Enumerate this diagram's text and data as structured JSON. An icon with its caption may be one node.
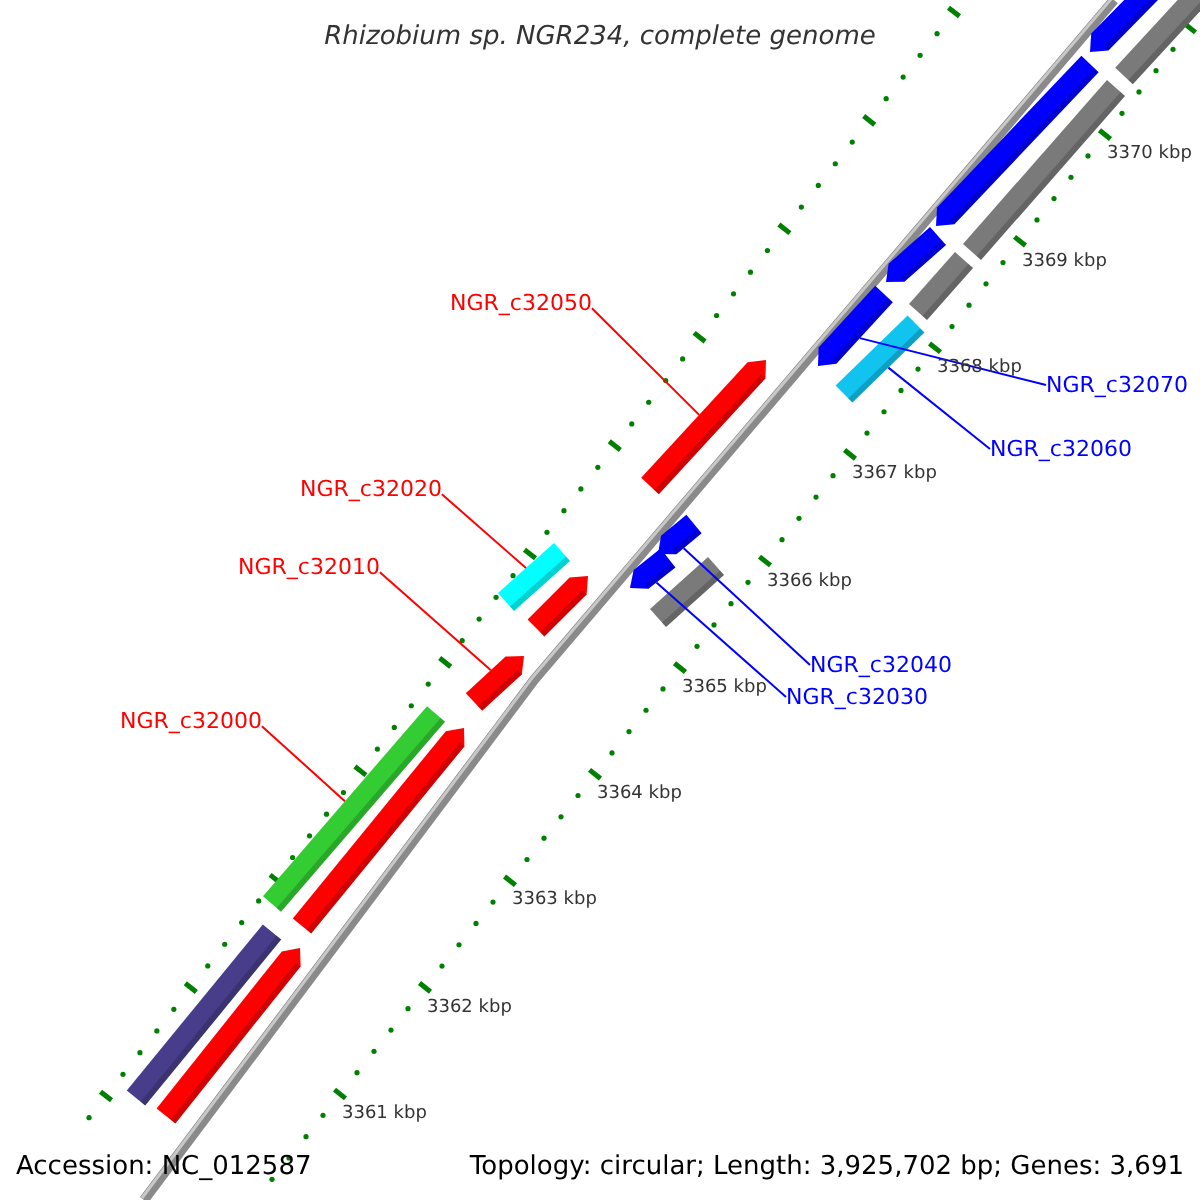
{
  "diagram": {
    "title": "Rhizobium sp. NGR234, complete genome",
    "nodes": [
      {
        "text": [
          "NGR_c32050"
        ]
      },
      {
        "text": [
          "NGR_c32070"
        ]
      },
      {
        "text": [
          "NGR_c32060"
        ]
      },
      {
        "text": [
          "NGR_c32020"
        ]
      },
      {
        "text": [
          "NGR_c32010"
        ]
      },
      {
        "text": [
          "NGR_c32040"
        ]
      },
      {
        "text": [
          "NGR_c32030"
        ]
      },
      {
        "text": [
          "NGR_c32000"
        ]
      },
      {
        "text": [],
        "shape": "bar"
      },
      {
        "text": [],
        "shape": "bar"
      },
      {
        "text": [],
        "shape": "bar"
      },
      {
        "text": [],
        "shape": "bar"
      },
      {
        "text": [],
        "shape": "bar"
      },
      {
        "text": [],
        "shape": "bar"
      },
      {
        "text": [],
        "shape": "bar"
      },
      {
        "text": [],
        "shape": "bar"
      }
    ],
    "edges": [
      {
        "from": 0,
        "to": 8,
        "arrow": "none",
        "color": "#ff0000"
      },
      {
        "from": 1,
        "to": 9,
        "arrow": "none",
        "color": "#0000ff"
      },
      {
        "from": 2,
        "to": 10,
        "arrow": "none",
        "color": "#0000ff"
      },
      {
        "from": 3,
        "to": 11,
        "arrow": "none",
        "color": "#ff0000"
      },
      {
        "from": 4,
        "to": 12,
        "arrow": "none",
        "color": "#ff0000"
      },
      {
        "from": 5,
        "to": 13,
        "arrow": "none",
        "color": "#0000ff"
      },
      {
        "from": 6,
        "to": 14,
        "arrow": "none",
        "color": "#0000ff"
      },
      {
        "from": 7,
        "to": 15,
        "arrow": "none",
        "color": "#ff0000"
      }
    ],
    "labels": [
      "3361 kbp",
      "3362 kbp",
      "3363 kbp",
      "3364 kbp",
      "3365 kbp",
      "3366 kbp",
      "3367 kbp",
      "3368 kbp",
      "3369 kbp",
      "3370 kbp",
      "Accession: NC_012587",
      "Topology: circular; Length: 3,925,702 bp; Genes: 3,691"
    ]
  }
}
